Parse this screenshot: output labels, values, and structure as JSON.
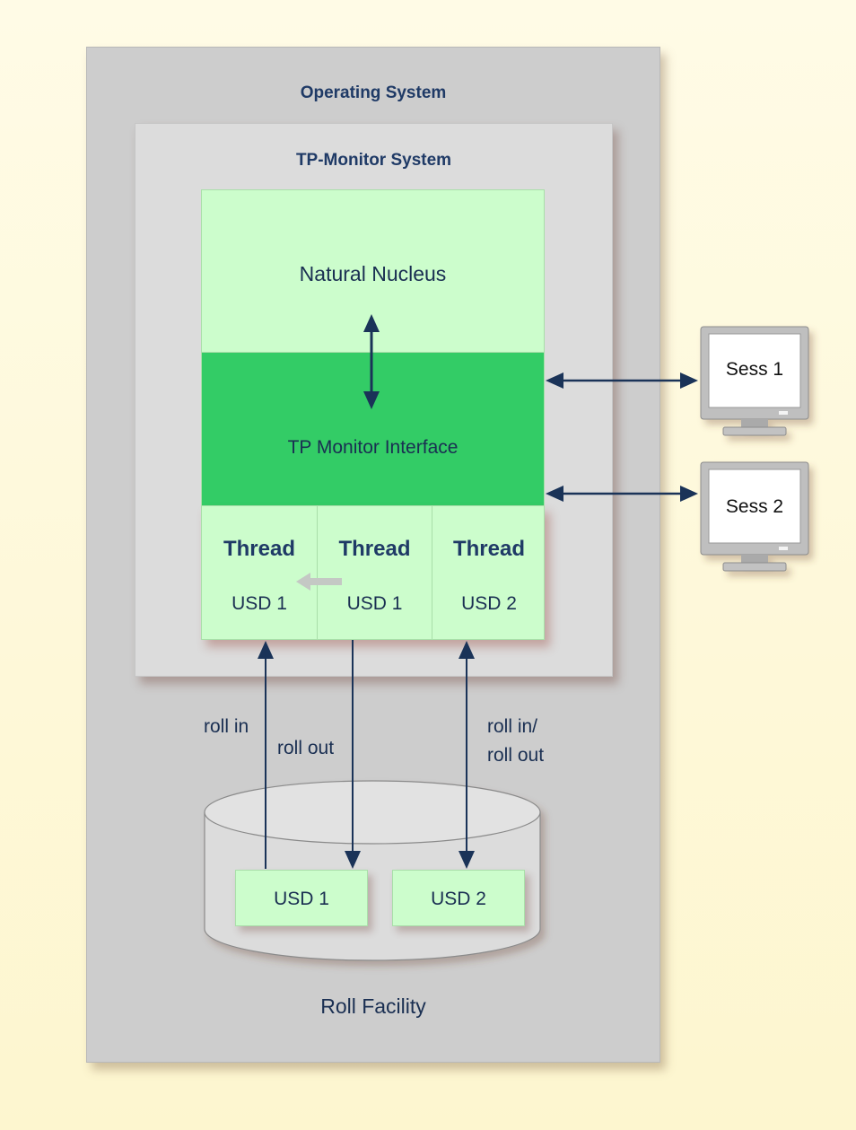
{
  "operating_system": {
    "title": "Operating System"
  },
  "tp_monitor_system": {
    "title": "TP-Monitor System"
  },
  "natural_nucleus": {
    "label": "Natural Nucleus"
  },
  "tp_monitor_interface": {
    "label": "TP Monitor Interface"
  },
  "threads": [
    {
      "name": "Thread",
      "usd": "USD 1"
    },
    {
      "name": "Thread",
      "usd": "USD 1"
    },
    {
      "name": "Thread",
      "usd": "USD 2"
    }
  ],
  "sessions": [
    {
      "label": "Sess 1"
    },
    {
      "label": "Sess 2"
    }
  ],
  "roll_labels": {
    "roll_in": "roll in",
    "roll_out": "roll out",
    "roll_in_out_line1": "roll in/",
    "roll_in_out_line2": "roll out"
  },
  "roll_facility": {
    "label": "Roll Facility",
    "usds": [
      "USD 1",
      "USD 2"
    ]
  },
  "colors": {
    "arrow": "#1a3358",
    "interface_green": "#33cc66",
    "light_green": "#ccfdcc"
  }
}
